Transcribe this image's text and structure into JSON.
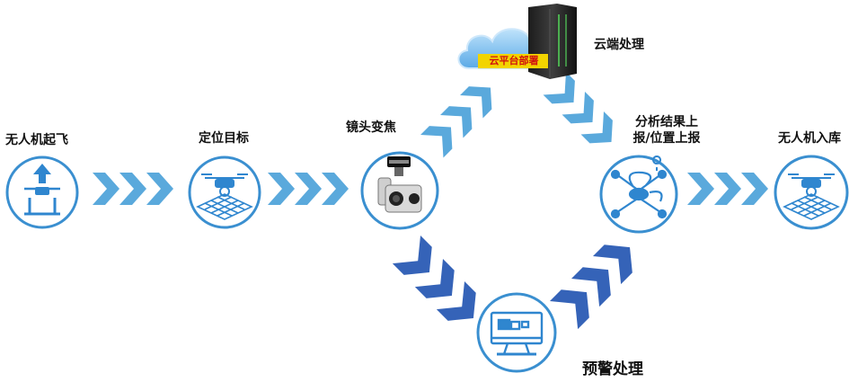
{
  "steps": {
    "takeoff": "无人机起飞",
    "locate": "定位目标",
    "zoom": "镜头变焦",
    "cloud": "云端处理",
    "report_line1": "分析结果上",
    "report_line2": "报/位置上报",
    "return": "无人机入库",
    "alert": "预警处理"
  },
  "cloud_badge": "云平台部署",
  "colors": {
    "light_blue": "#5aa9dc",
    "ring_blue": "#3a8fd0",
    "dark_blue": "#3563b8",
    "icon_blue": "#2f86cf"
  }
}
